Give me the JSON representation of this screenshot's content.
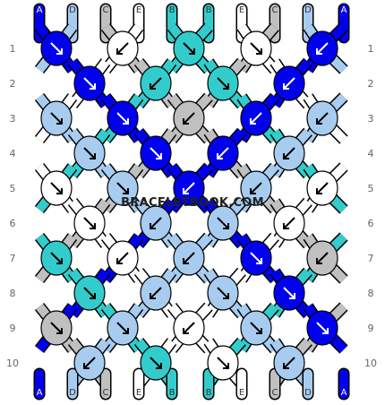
{
  "watermark": "BRACELETBOOK.COM",
  "strand_colors": {
    "A": "#0000ee",
    "B": "#33cccc",
    "C": "#c0c0c0",
    "D": "#a8ccf0",
    "E": "#ffffff"
  },
  "top_strands": [
    "A",
    "D",
    "C",
    "E",
    "B",
    "B",
    "E",
    "C",
    "D",
    "A"
  ],
  "bottom_strands": [
    "A",
    "D",
    "C",
    "E",
    "B",
    "B",
    "E",
    "C",
    "D",
    "A"
  ],
  "row_numbers": [
    "1",
    "2",
    "3",
    "4",
    "5",
    "6",
    "7",
    "8",
    "9",
    "10"
  ],
  "knot_rows": [
    [
      {
        "c": "A",
        "d": "R"
      },
      {
        "c": "E",
        "d": "L"
      },
      {
        "c": "B",
        "d": "R"
      },
      {
        "c": "E",
        "d": "R"
      },
      {
        "c": "A",
        "d": "L"
      }
    ],
    [
      {
        "c": "A",
        "d": "R"
      },
      {
        "c": "B",
        "d": "L"
      },
      {
        "c": "B",
        "d": "R"
      },
      {
        "c": "A",
        "d": "L"
      }
    ],
    [
      {
        "c": "D",
        "d": "R"
      },
      {
        "c": "A",
        "d": "R"
      },
      {
        "c": "C",
        "d": "L"
      },
      {
        "c": "A",
        "d": "L"
      },
      {
        "c": "D",
        "d": "L"
      }
    ],
    [
      {
        "c": "D",
        "d": "R"
      },
      {
        "c": "A",
        "d": "R"
      },
      {
        "c": "A",
        "d": "L"
      },
      {
        "c": "D",
        "d": "L"
      }
    ],
    [
      {
        "c": "E",
        "d": "R"
      },
      {
        "c": "D",
        "d": "R"
      },
      {
        "c": "A",
        "d": "L"
      },
      {
        "c": "D",
        "d": "L"
      },
      {
        "c": "E",
        "d": "L"
      }
    ],
    [
      {
        "c": "E",
        "d": "R"
      },
      {
        "c": "D",
        "d": "L"
      },
      {
        "c": "D",
        "d": "R"
      },
      {
        "c": "E",
        "d": "L"
      }
    ],
    [
      {
        "c": "B",
        "d": "R"
      },
      {
        "c": "E",
        "d": "L"
      },
      {
        "c": "D",
        "d": "L"
      },
      {
        "c": "A",
        "d": "R"
      },
      {
        "c": "C",
        "d": "L"
      }
    ],
    [
      {
        "c": "B",
        "d": "R"
      },
      {
        "c": "D",
        "d": "L"
      },
      {
        "c": "D",
        "d": "R"
      },
      {
        "c": "A",
        "d": "R"
      }
    ],
    [
      {
        "c": "C",
        "d": "R"
      },
      {
        "c": "D",
        "d": "R"
      },
      {
        "c": "E",
        "d": "L"
      },
      {
        "c": "D",
        "d": "R"
      },
      {
        "c": "A",
        "d": "R"
      }
    ],
    [
      {
        "c": "D",
        "d": "L"
      },
      {
        "c": "B",
        "d": "R"
      },
      {
        "c": "E",
        "d": "R"
      },
      {
        "c": "D",
        "d": "L"
      }
    ]
  ]
}
